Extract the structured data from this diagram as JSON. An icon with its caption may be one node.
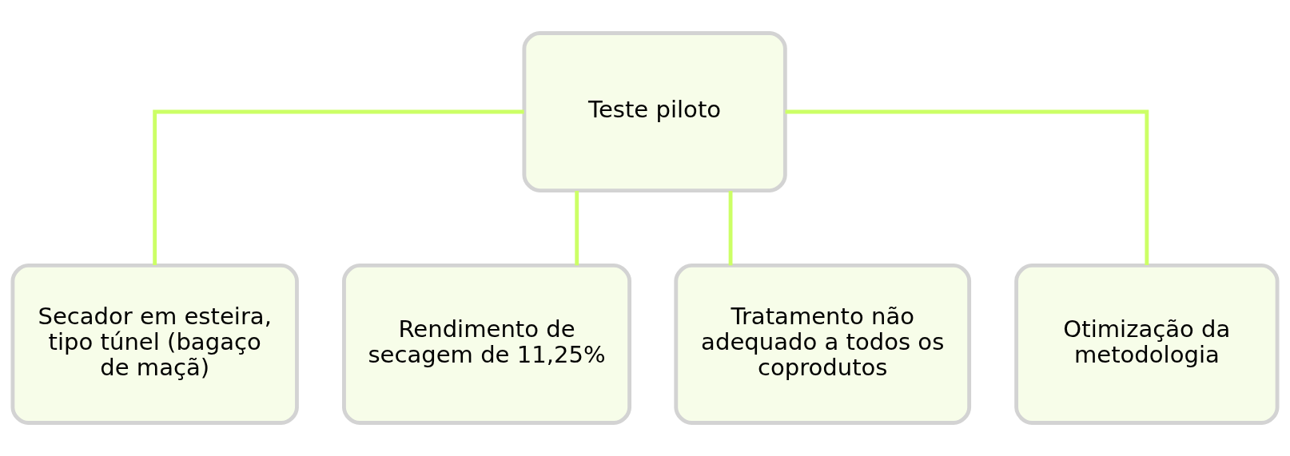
{
  "diagram": {
    "nodes": [
      {
        "text": [
          "Teste piloto"
        ]
      },
      {
        "text": [
          "Secador em esteira, tipo túnel (bagaço de maçã)"
        ]
      },
      {
        "text": [
          "Rendimento de secagem de 11,25%"
        ]
      },
      {
        "text": [
          "Tratamento não adequado a todos os coprodutos"
        ]
      },
      {
        "text": [
          "Otimização da metodologia"
        ]
      }
    ],
    "edges": [
      {
        "from": 0,
        "to": 1,
        "arrow": "none"
      },
      {
        "from": 0,
        "to": 2,
        "arrow": "none"
      },
      {
        "from": 0,
        "to": 3,
        "arrow": "none"
      },
      {
        "from": 0,
        "to": 4,
        "arrow": "none"
      }
    ]
  }
}
